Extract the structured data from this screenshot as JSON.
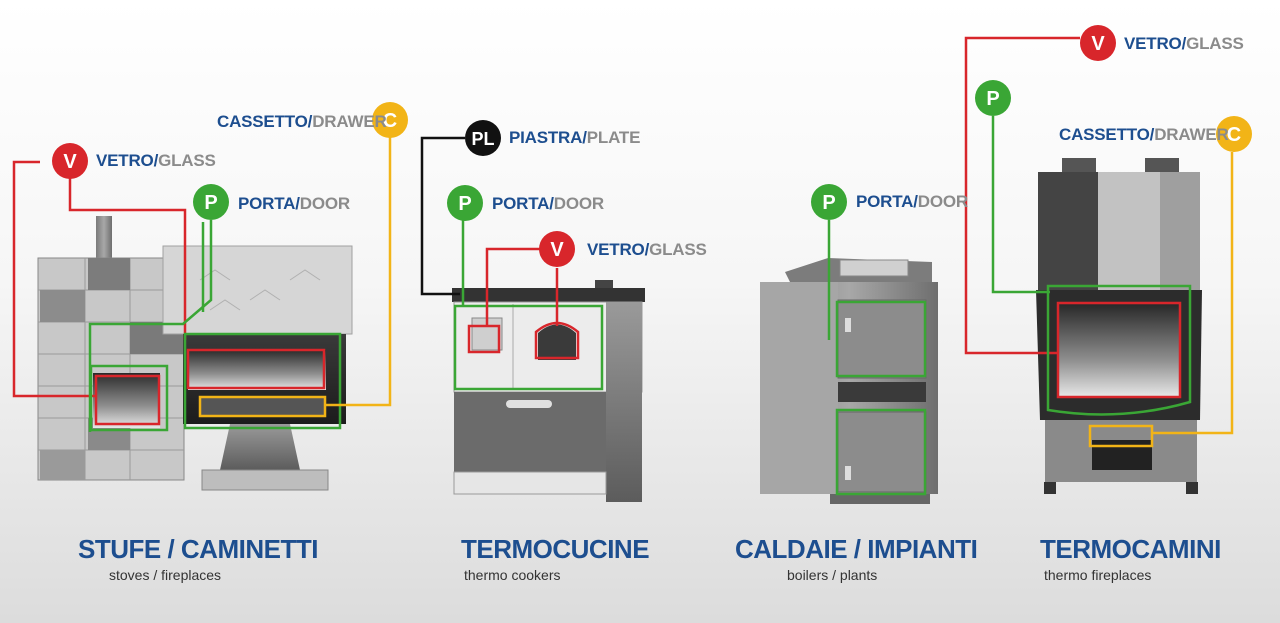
{
  "colors": {
    "glass": "#d8262b",
    "door": "#3aa635",
    "drawer": "#f2b417",
    "plate": "#111111",
    "title_blue": "#1d4e8f",
    "english_gray": "#8b8b8b"
  },
  "badges": {
    "glass": "V",
    "door": "P",
    "drawer": "C",
    "plate": "PL"
  },
  "labels": {
    "glass_it": "VETRO",
    "glass_en": "GLASS",
    "door_it": "PORTA",
    "door_en": "DOOR",
    "drawer_it": "CASSETTO",
    "drawer_en": "DRAWER",
    "plate_it": "PIASTRA",
    "plate_en": "PLATE",
    "slash": "/"
  },
  "categories": [
    {
      "title": "STUFE / CAMINETTI",
      "subtitle": "stoves / fireplaces"
    },
    {
      "title": "TERMOCUCINE",
      "subtitle": "thermo cookers"
    },
    {
      "title": "CALDAIE / IMPIANTI",
      "subtitle": "boilers / plants"
    },
    {
      "title": "TERMOCAMINI",
      "subtitle": "thermo fireplaces"
    }
  ]
}
